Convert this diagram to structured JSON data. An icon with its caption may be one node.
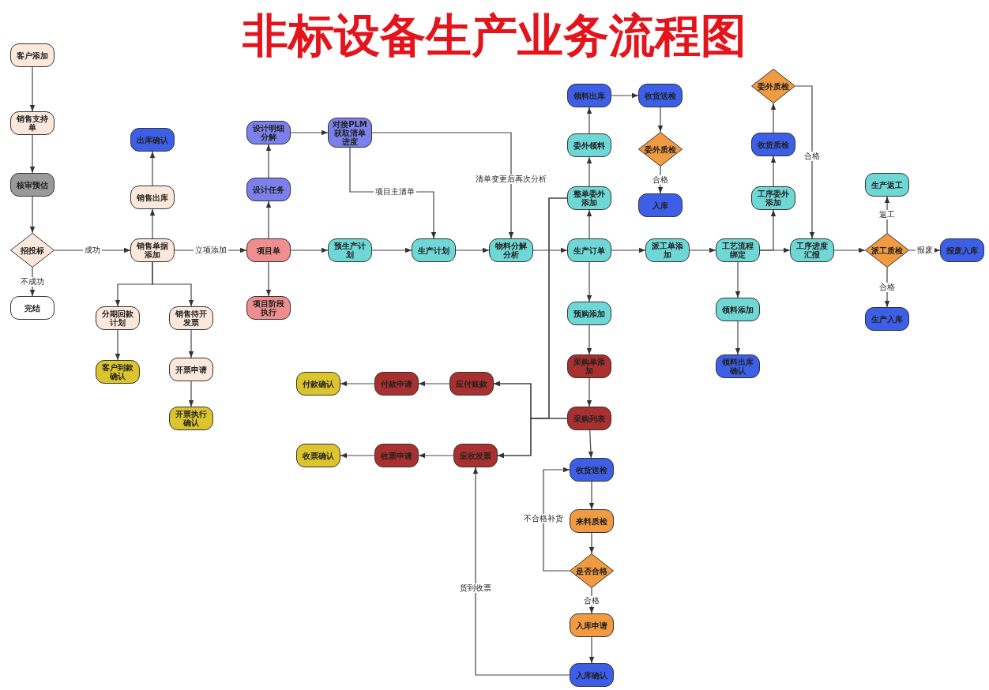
{
  "diagram": {
    "title": "非标设备生产业务流程图",
    "nodes": [
      {
        "text": [
          "客户添加"
        ]
      },
      {
        "text": [
          "销售支持单"
        ]
      },
      {
        "text": [
          "核审预估"
        ]
      },
      {
        "text": [
          "招投标"
        ]
      },
      {
        "text": [
          "完结"
        ]
      },
      {
        "text": [
          "销售单据添加"
        ]
      },
      {
        "text": [
          "销售出库"
        ]
      },
      {
        "text": [
          "出库确认"
        ]
      },
      {
        "text": [
          "分期回款计划"
        ]
      },
      {
        "text": [
          "客户到款确认"
        ]
      },
      {
        "text": [
          "销售待开发票"
        ]
      },
      {
        "text": [
          "开票申请"
        ]
      },
      {
        "text": [
          "开票执行确认"
        ]
      },
      {
        "text": [
          "项目单"
        ]
      },
      {
        "text": [
          "设计任务"
        ]
      },
      {
        "text": [
          "设计明细分解"
        ]
      },
      {
        "text": [
          "对接PLM获取清单进度"
        ]
      },
      {
        "text": [
          "项目阶段执行"
        ]
      },
      {
        "text": [
          "预生产计划"
        ]
      },
      {
        "text": [
          "生产计划"
        ]
      },
      {
        "text": [
          "物料分解分析"
        ]
      },
      {
        "text": [
          "生产订单"
        ]
      },
      {
        "text": [
          "整单委外添加"
        ]
      },
      {
        "text": [
          "委外领料"
        ]
      },
      {
        "text": [
          "领料出库"
        ]
      },
      {
        "text": [
          "收货送检"
        ]
      },
      {
        "text": [
          "委外质检"
        ]
      },
      {
        "text": [
          "入库"
        ]
      },
      {
        "text": [
          "派工单添加"
        ]
      },
      {
        "text": [
          "工艺流程绑定"
        ]
      },
      {
        "text": [
          "工序委外添加"
        ]
      },
      {
        "text": [
          "收货质检"
        ]
      },
      {
        "text": [
          "委外质检"
        ]
      },
      {
        "text": [
          "工序进度汇报"
        ]
      },
      {
        "text": [
          "领料添加"
        ]
      },
      {
        "text": [
          "领料出库确认"
        ]
      },
      {
        "text": [
          "派工质检"
        ]
      },
      {
        "text": [
          "生产返工"
        ]
      },
      {
        "text": [
          "生产入库"
        ]
      },
      {
        "text": [
          "报废入库"
        ]
      },
      {
        "text": [
          "预购添加"
        ]
      },
      {
        "text": [
          "采购单添加"
        ]
      },
      {
        "text": [
          "采购列表"
        ]
      },
      {
        "text": [
          "收货送检"
        ]
      },
      {
        "text": [
          "来料质检"
        ]
      },
      {
        "text": [
          "是否合格"
        ]
      },
      {
        "text": [
          "入库申请"
        ]
      },
      {
        "text": [
          "入库确认"
        ]
      },
      {
        "text": [
          "应付账款"
        ]
      },
      {
        "text": [
          "付款申请"
        ]
      },
      {
        "text": [
          "付款确认"
        ]
      },
      {
        "text": [
          "应收发票"
        ]
      },
      {
        "text": [
          "收票申请"
        ]
      },
      {
        "text": [
          "收票确认"
        ]
      }
    ],
    "edges": [
      {
        "from": 0,
        "to": 1,
        "arrow": "to"
      },
      {
        "from": 1,
        "to": 2,
        "arrow": "to"
      },
      {
        "from": 2,
        "to": 3,
        "arrow": "to"
      },
      {
        "from": 3,
        "to": 5,
        "arrow": "to",
        "label": "成功"
      },
      {
        "from": 3,
        "to": 4,
        "arrow": "to",
        "label": "不成功"
      },
      {
        "from": 5,
        "to": 6,
        "arrow": "to"
      },
      {
        "from": 6,
        "to": 7,
        "arrow": "to"
      },
      {
        "from": 5,
        "to": 8,
        "arrow": "to"
      },
      {
        "from": 5,
        "to": 10,
        "arrow": "to"
      },
      {
        "from": 8,
        "to": 9,
        "arrow": "to"
      },
      {
        "from": 10,
        "to": 11,
        "arrow": "to"
      },
      {
        "from": 11,
        "to": 12,
        "arrow": "to"
      },
      {
        "from": 5,
        "to": 13,
        "arrow": "to",
        "label": "立项添加"
      },
      {
        "from": 13,
        "to": 14,
        "arrow": "to"
      },
      {
        "from": 14,
        "to": 15,
        "arrow": "to"
      },
      {
        "from": 15,
        "to": 16,
        "arrow": "to"
      },
      {
        "from": 13,
        "to": 17,
        "arrow": "to"
      },
      {
        "from": 13,
        "to": 18,
        "arrow": "to"
      },
      {
        "from": 16,
        "to": 19,
        "arrow": "to",
        "label": "项目主清单"
      },
      {
        "from": 16,
        "to": 20,
        "arrow": "to",
        "label": "清单变更后再次分析"
      },
      {
        "from": 18,
        "to": 19,
        "arrow": "to"
      },
      {
        "from": 19,
        "to": 20,
        "arrow": "to"
      },
      {
        "from": 20,
        "to": 21,
        "arrow": "to"
      },
      {
        "from": 21,
        "to": 22,
        "arrow": "to"
      },
      {
        "from": 22,
        "to": 23,
        "arrow": "to"
      },
      {
        "from": 23,
        "to": 24,
        "arrow": "to"
      },
      {
        "from": 24,
        "to": 25,
        "arrow": "to"
      },
      {
        "from": 25,
        "to": 26,
        "arrow": "to"
      },
      {
        "from": 26,
        "to": 27,
        "arrow": "to",
        "label": "合格"
      },
      {
        "from": 21,
        "to": 28,
        "arrow": "to"
      },
      {
        "from": 28,
        "to": 29,
        "arrow": "to"
      },
      {
        "from": 29,
        "to": 30,
        "arrow": "to"
      },
      {
        "from": 30,
        "to": 31,
        "arrow": "to"
      },
      {
        "from": 31,
        "to": 32,
        "arrow": "to"
      },
      {
        "from": 32,
        "to": 33,
        "arrow": "to",
        "label": "合格"
      },
      {
        "from": 29,
        "to": 33,
        "arrow": "to"
      },
      {
        "from": 29,
        "to": 34,
        "arrow": "to"
      },
      {
        "from": 34,
        "to": 35,
        "arrow": "to"
      },
      {
        "from": 33,
        "to": 36,
        "arrow": "to"
      },
      {
        "from": 36,
        "to": 37,
        "arrow": "to",
        "label": "返工"
      },
      {
        "from": 36,
        "to": 39,
        "arrow": "to",
        "label": "报废"
      },
      {
        "from": 36,
        "to": 38,
        "arrow": "to",
        "label": "合格"
      },
      {
        "from": 21,
        "to": 40,
        "arrow": "to"
      },
      {
        "from": 40,
        "to": 41,
        "arrow": "to"
      },
      {
        "from": 41,
        "to": 42,
        "arrow": "to"
      },
      {
        "from": 42,
        "to": 43,
        "arrow": "to"
      },
      {
        "from": 43,
        "to": 44,
        "arrow": "to"
      },
      {
        "from": 44,
        "to": 45,
        "arrow": "to"
      },
      {
        "from": 45,
        "to": 43,
        "arrow": "to",
        "label": "不合格补货"
      },
      {
        "from": 45,
        "to": 46,
        "arrow": "to",
        "label": "合格"
      },
      {
        "from": 46,
        "to": 47,
        "arrow": "to"
      },
      {
        "from": 47,
        "to": 51,
        "arrow": "to",
        "label": "货到收票"
      },
      {
        "from": 42,
        "to": 48,
        "arrow": "to"
      },
      {
        "from": 42,
        "to": 51,
        "arrow": "to"
      },
      {
        "from": 22,
        "to": 48,
        "arrow": "to"
      },
      {
        "from": 22,
        "to": 51,
        "arrow": "to"
      },
      {
        "from": 48,
        "to": 49,
        "arrow": "to"
      },
      {
        "from": 49,
        "to": 50,
        "arrow": "to"
      },
      {
        "from": 51,
        "to": 52,
        "arrow": "to"
      },
      {
        "from": 52,
        "to": 53,
        "arrow": "to"
      }
    ]
  }
}
